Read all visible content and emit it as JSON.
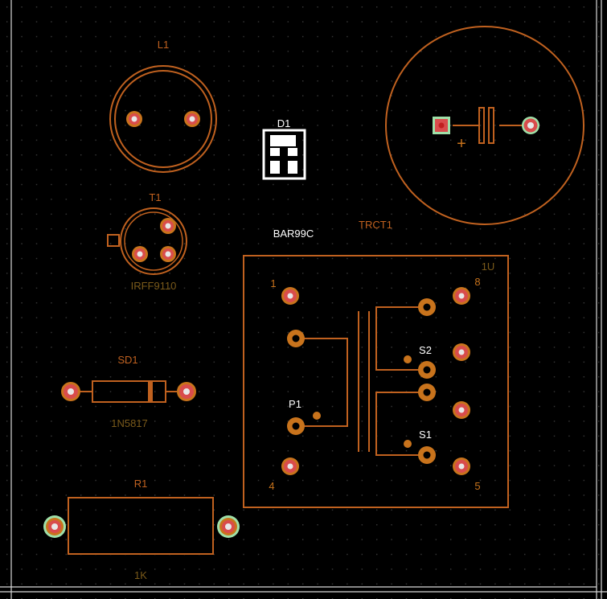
{
  "colors": {
    "background": "#000000",
    "grid_dot": "#3a3a3a",
    "board_outline": "#d8d8d8",
    "silkscreen": "#c0611f",
    "copper": "#c8731c",
    "pad_ring": "#d94c4c",
    "pad_hole": "#e8e8e8",
    "selected_ring": "#9fe0a8",
    "value_text": "#7a5a1a",
    "white": "#ffffff"
  },
  "components": {
    "l1": {
      "ref": "L1"
    },
    "d1": {
      "ref": "D1",
      "value": "BAR99C"
    },
    "c1": {
      "polarity": "+"
    },
    "t1": {
      "ref": "T1",
      "value": "IRFF9110"
    },
    "trct1": {
      "ref": "TRCT1",
      "value": "1U",
      "pins": {
        "p1": "1",
        "p8": "8",
        "p4": "4",
        "p5": "5"
      },
      "windings": {
        "primary": "P1",
        "sec2": "S2",
        "sec1": "S1"
      }
    },
    "sd1": {
      "ref": "SD1",
      "value": "1N5817"
    },
    "r1": {
      "ref": "R1",
      "value": "1K"
    }
  }
}
